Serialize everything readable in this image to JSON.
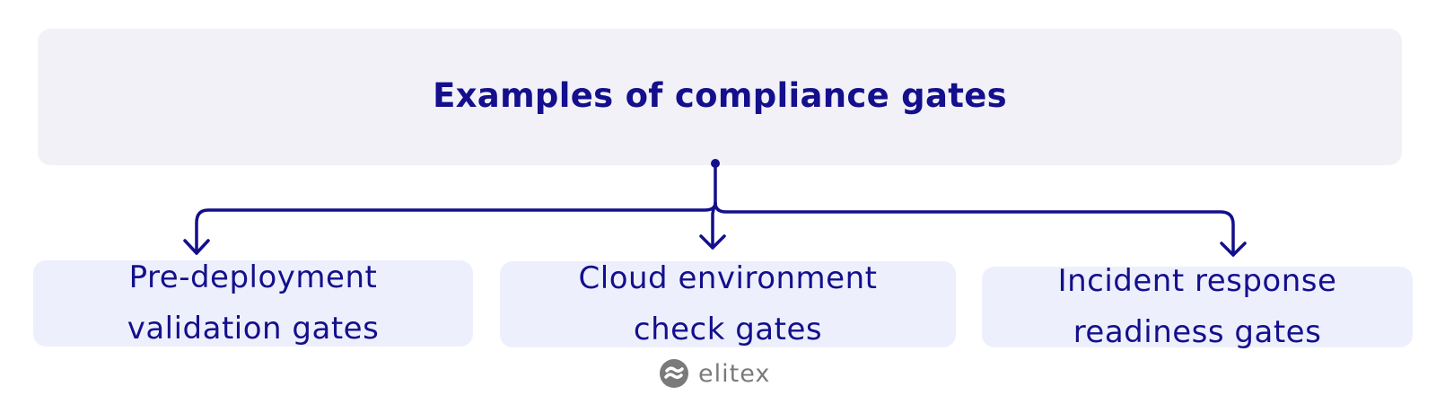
{
  "diagram": {
    "title": "Examples of compliance gates",
    "gates": [
      {
        "label": "Pre-deployment\nvalidation gates"
      },
      {
        "label": "Cloud environment\ncheck gates"
      },
      {
        "label": "Incident response\nreadiness gates"
      }
    ]
  },
  "brand": {
    "name": "elitex",
    "logo_icon": "elitex-logo-icon"
  },
  "colors": {
    "primary": "#140f8c",
    "title_bg": "#f2f1f8",
    "gate_bg": "#edf0fc",
    "brand_gray": "#7a7a7a"
  }
}
